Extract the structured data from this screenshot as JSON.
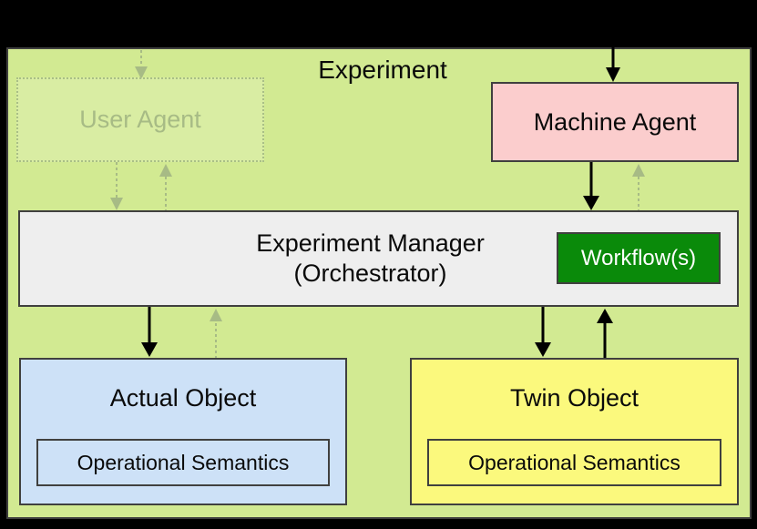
{
  "diagram": {
    "title": "Experiment",
    "background_color": "#000000",
    "container_color": "#d2ea92",
    "container_border_color": "#40403f"
  },
  "nodes": {
    "user_agent": {
      "label": "User Agent",
      "fill": "rgba(255,255,255,0.16)",
      "border_style": "dotted",
      "text_color": "#a7bb85",
      "state": "faded"
    },
    "machine_agent": {
      "label": "Machine Agent",
      "fill": "#fbcdcd",
      "border_style": "solid",
      "text_color": "#0a0a0a"
    },
    "experiment_manager": {
      "label_line1": "Experiment Manager",
      "label_line2": "(Orchestrator)",
      "fill": "#eeeeee",
      "border_style": "solid",
      "text_color": "#0a0a0a"
    },
    "workflows": {
      "label": "Workflow(s)",
      "fill": "#0a8a0a",
      "text_color": "#ffffff",
      "border_style": "solid"
    },
    "actual_object": {
      "label": "Actual Object",
      "fill": "#cde1f7",
      "border_style": "solid",
      "text_color": "#0a0a0a",
      "semantics_label": "Operational Semantics"
    },
    "twin_object": {
      "label": "Twin Object",
      "fill": "#fbf97d",
      "border_style": "solid",
      "text_color": "#0a0a0a",
      "semantics_label": "Operational Semantics"
    }
  },
  "edges": [
    {
      "name": "external-to-machine-agent",
      "from": "external-top",
      "to": "machine_agent",
      "direction": "down",
      "style": "solid",
      "color": "#000000"
    },
    {
      "name": "external-to-user-agent",
      "from": "external-top",
      "to": "user_agent",
      "direction": "down",
      "style": "dotted",
      "color": "#a7bb85"
    },
    {
      "name": "user-agent-to-manager",
      "from": "user_agent",
      "to": "experiment_manager",
      "direction": "down",
      "style": "dotted",
      "color": "#a7bb85"
    },
    {
      "name": "manager-to-user-agent",
      "from": "experiment_manager",
      "to": "user_agent",
      "direction": "up",
      "style": "dotted",
      "color": "#a7bb85"
    },
    {
      "name": "machine-agent-to-manager",
      "from": "machine_agent",
      "to": "experiment_manager",
      "direction": "down",
      "style": "solid",
      "color": "#000000"
    },
    {
      "name": "manager-to-machine-agent",
      "from": "experiment_manager",
      "to": "machine_agent",
      "direction": "up",
      "style": "dotted",
      "color": "#a7bb85"
    },
    {
      "name": "manager-to-actual-object",
      "from": "experiment_manager",
      "to": "actual_object",
      "direction": "down",
      "style": "solid",
      "color": "#000000"
    },
    {
      "name": "actual-object-to-manager",
      "from": "actual_object",
      "to": "experiment_manager",
      "direction": "up",
      "style": "dotted",
      "color": "#a7bb85"
    },
    {
      "name": "manager-to-twin-object",
      "from": "experiment_manager",
      "to": "twin_object",
      "direction": "down",
      "style": "solid",
      "color": "#000000"
    },
    {
      "name": "twin-object-to-manager",
      "from": "twin_object",
      "to": "experiment_manager",
      "direction": "up",
      "style": "solid",
      "color": "#000000"
    }
  ]
}
